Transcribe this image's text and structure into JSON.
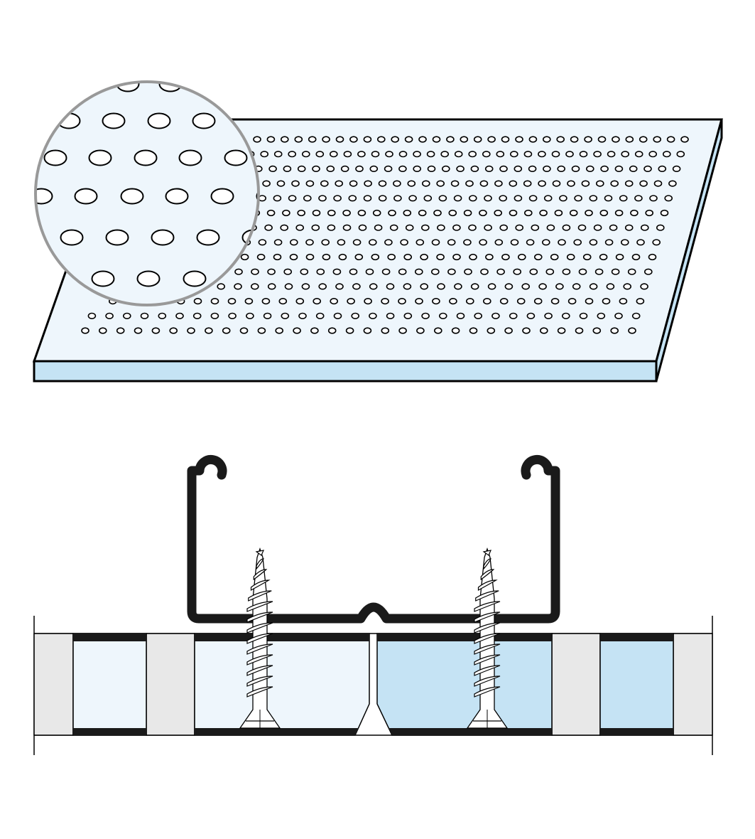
{
  "diagram": {
    "panel": {
      "top_face_color": "#eef6fc",
      "edge_color": "#c5e3f4",
      "hole_rows": 14,
      "holes_per_row": 32
    },
    "magnifier": {
      "border_color": "#999999",
      "fill_color": "#eef6fc"
    },
    "section": {
      "profile_color": "#1a1a1a",
      "board_left_color": "#eef6fc",
      "board_right_color": "#c5e3f4",
      "grey_block_color": "#e8e8e8",
      "screw_count": 2
    }
  }
}
